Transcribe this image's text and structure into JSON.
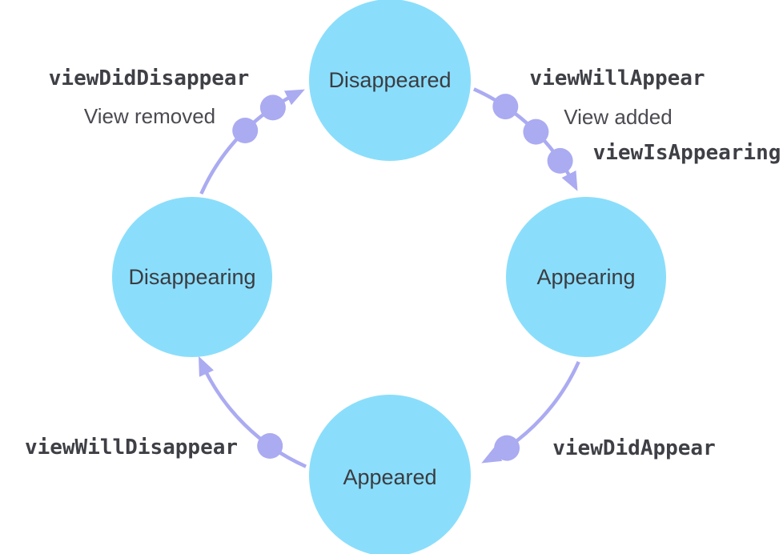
{
  "diagram": {
    "type": "state-cycle",
    "subject": "view-lifecycle",
    "states": [
      {
        "id": "disappeared",
        "label": "Disappeared"
      },
      {
        "id": "appearing",
        "label": "Appearing"
      },
      {
        "id": "appeared",
        "label": "Appeared"
      },
      {
        "id": "disappearing",
        "label": "Disappearing"
      }
    ],
    "transitions": [
      {
        "from": "disappeared",
        "to": "appearing",
        "events": [
          "viewWillAppear",
          "View added",
          "viewIsAppearing"
        ],
        "dot_count": 3
      },
      {
        "from": "appearing",
        "to": "appeared",
        "events": [
          "viewDidAppear"
        ],
        "dot_count": 1
      },
      {
        "from": "appeared",
        "to": "disappearing",
        "events": [
          "viewWillDisappear"
        ],
        "dot_count": 1
      },
      {
        "from": "disappearing",
        "to": "disappeared",
        "events": [
          "viewDidDisappear",
          "View removed"
        ],
        "dot_count": 2
      }
    ],
    "colors": {
      "state_fill": "#8ADEFB",
      "connector": "#ABABF2",
      "code_text": "#3F4046",
      "plain_text": "#4A4A51",
      "state_text": "#3B3B41",
      "background": "#FFFFFF"
    }
  }
}
